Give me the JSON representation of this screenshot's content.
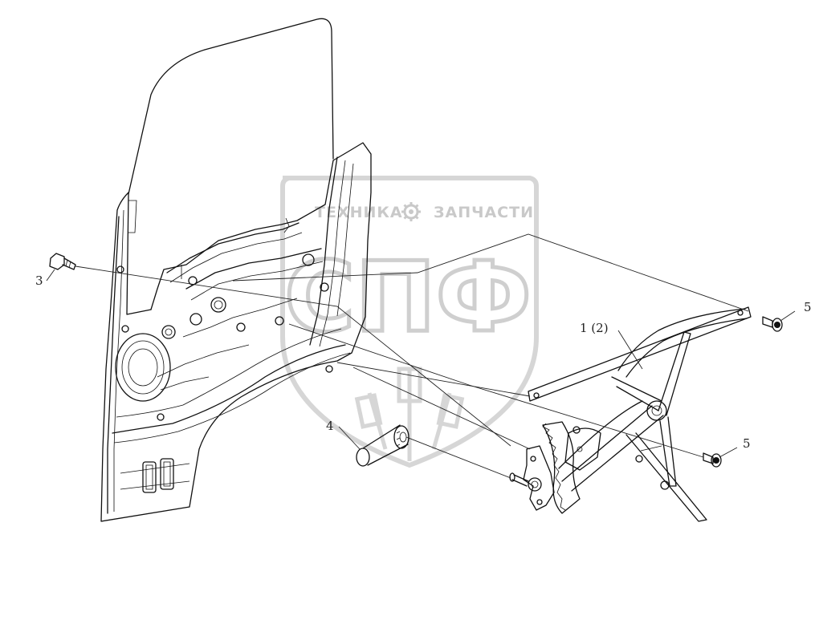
{
  "watermark": {
    "text_left": "ТЕХНИКА",
    "text_right": "ЗАПЧАСТИ",
    "monogram": "СПФ",
    "color": "#c9c9c9"
  },
  "callouts": {
    "c1": "1 (2)",
    "c3": "3",
    "c4": "4",
    "c5a": "5",
    "c5b": "5"
  },
  "parts": {
    "door_glass": "door-glass",
    "door_inner_panel": "door-inner-panel",
    "window_regulator": "window-regulator",
    "bolt": "bolt",
    "crank_handle": "crank-handle",
    "screw": "screw"
  },
  "colors": {
    "line": "#111111",
    "background": "#ffffff"
  }
}
